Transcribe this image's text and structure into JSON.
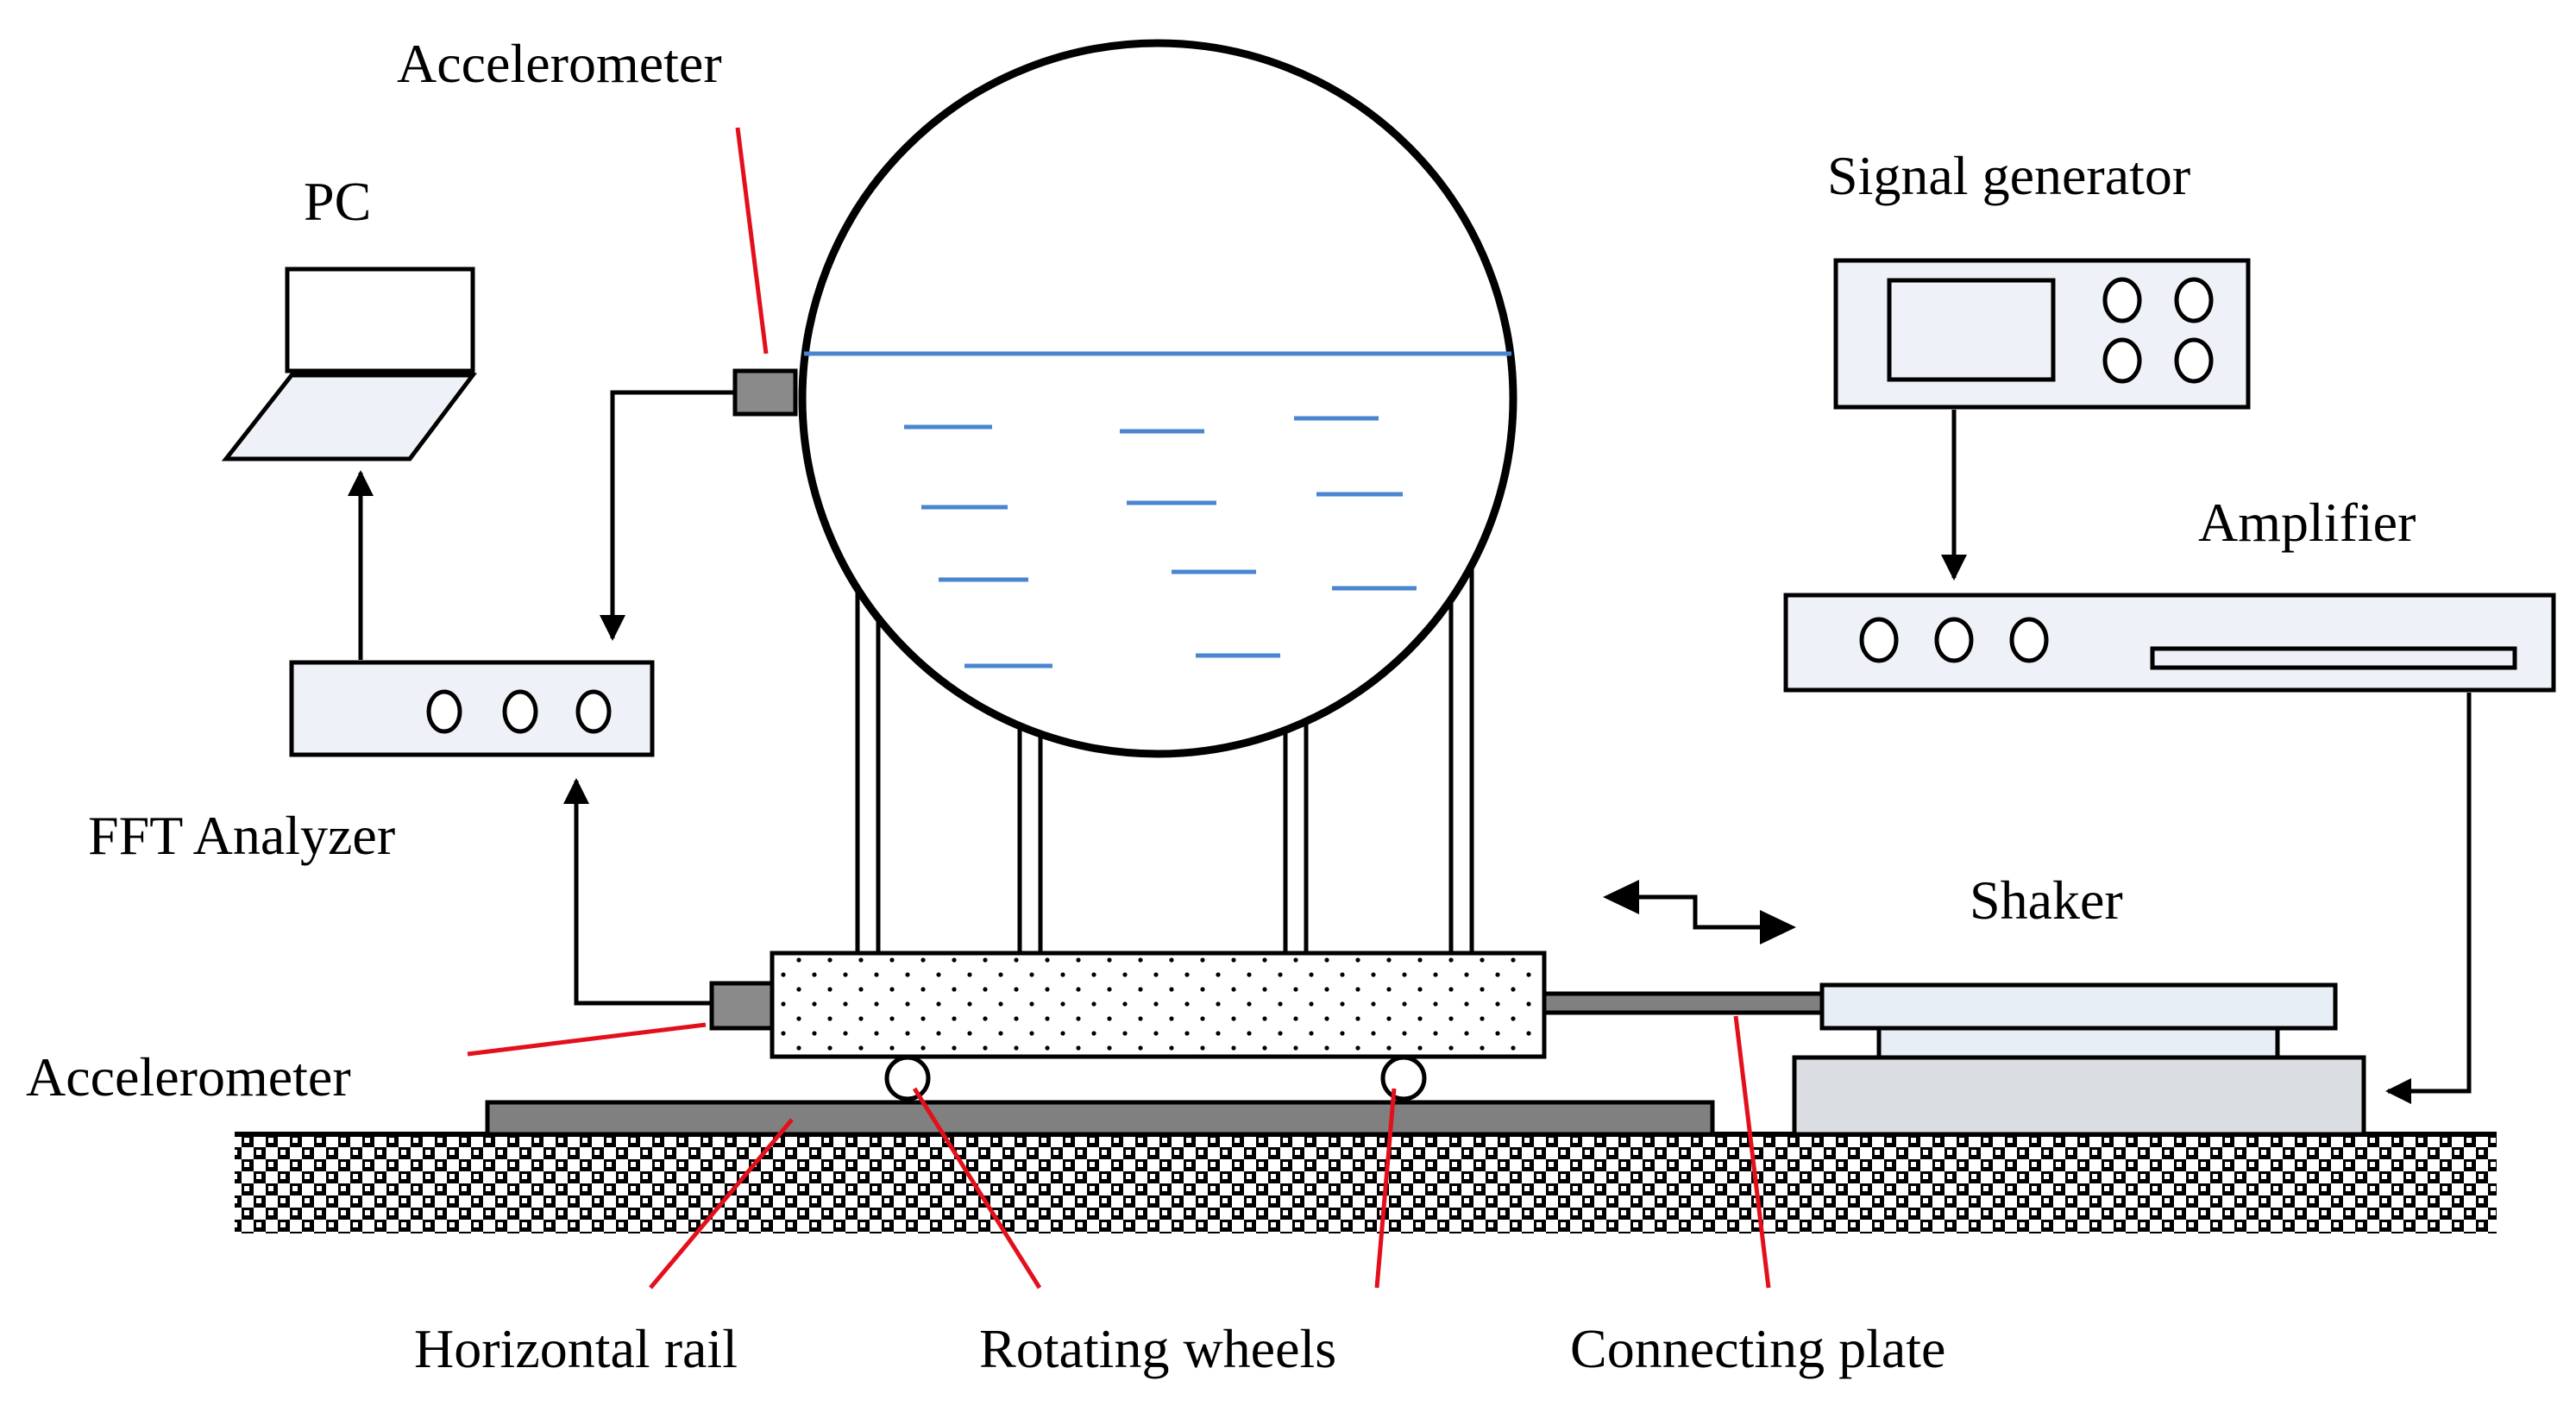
{
  "labels": {
    "accelerometer_top": "Accelerometer",
    "pc": "PC",
    "signal_generator": "Signal generator",
    "amplifier": "Amplifier",
    "fft_analyzer": "FFT Analyzer",
    "shaker": "Shaker",
    "accelerometer_bottom": "Accelerometer",
    "horizontal_rail": "Horizontal rail",
    "rotating_wheels": "Rotating wheels",
    "connecting_plate": "Connecting plate"
  },
  "colors": {
    "pointer_lines": "#e3101c",
    "liquid": "#4a86d0",
    "equipment_fill": "#eef1f7",
    "rail": "#808080",
    "ground_pattern": "#000000"
  },
  "icons": {
    "pc": "laptop-icon",
    "arrows": "arrow-icon",
    "vibration": "double-arrow-icon"
  }
}
